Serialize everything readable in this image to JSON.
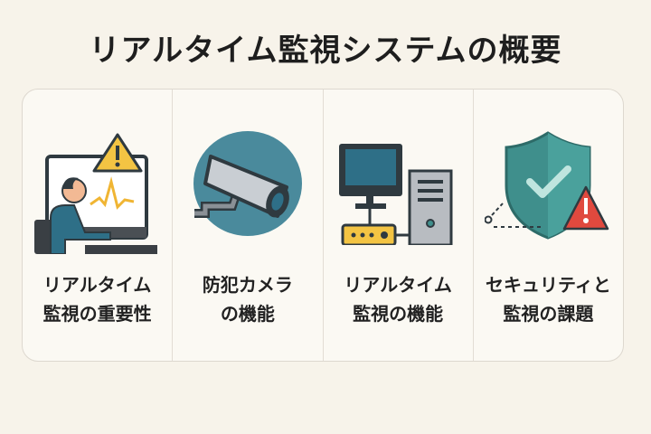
{
  "title": "リアルタイム監視システムの概要",
  "panels": [
    {
      "icon": "operator-monitor-alert-icon",
      "line1": "リアルタイム",
      "line2": "監視の重要性"
    },
    {
      "icon": "security-camera-icon",
      "line1": "防犯カメラ",
      "line2": "の機能"
    },
    {
      "icon": "computer-network-icon",
      "line1": "リアルタイム",
      "line2": "監視の機能"
    },
    {
      "icon": "shield-warning-icon",
      "line1": "セキュリティと",
      "line2": "監視の課題"
    }
  ],
  "colors": {
    "teal": "#3f8f8c",
    "yellow": "#f3c443",
    "red": "#e0493e",
    "dark": "#2f3a40"
  }
}
